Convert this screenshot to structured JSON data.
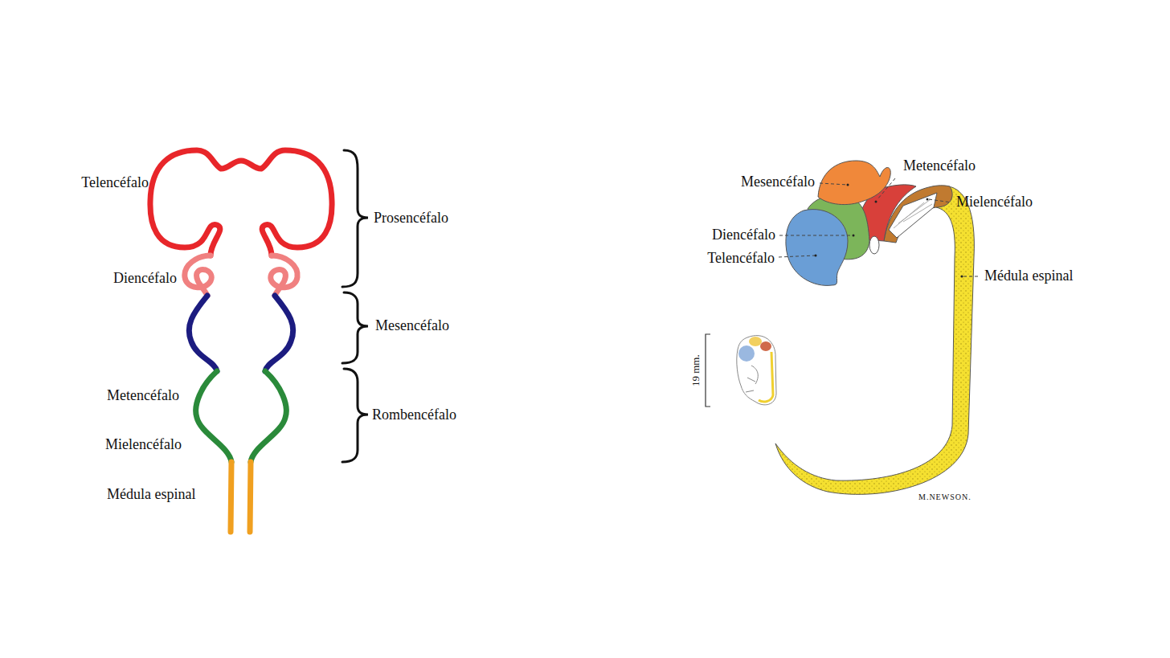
{
  "diagram": {
    "labels": [
      "Telencéfalo",
      "Diencéfalo",
      "Metencéfalo",
      "Mielencéfalo",
      "Médula espinal",
      "Prosencéfalo",
      "Mesencéfalo",
      "Rombencéfalo",
      "Mesencéfalo",
      "Metencéfalo",
      "Mielencéfalo",
      "Diencéfalo",
      "Telencéfalo",
      "Médula espinal",
      "19 mm.",
      "M.NEWSON."
    ]
  }
}
